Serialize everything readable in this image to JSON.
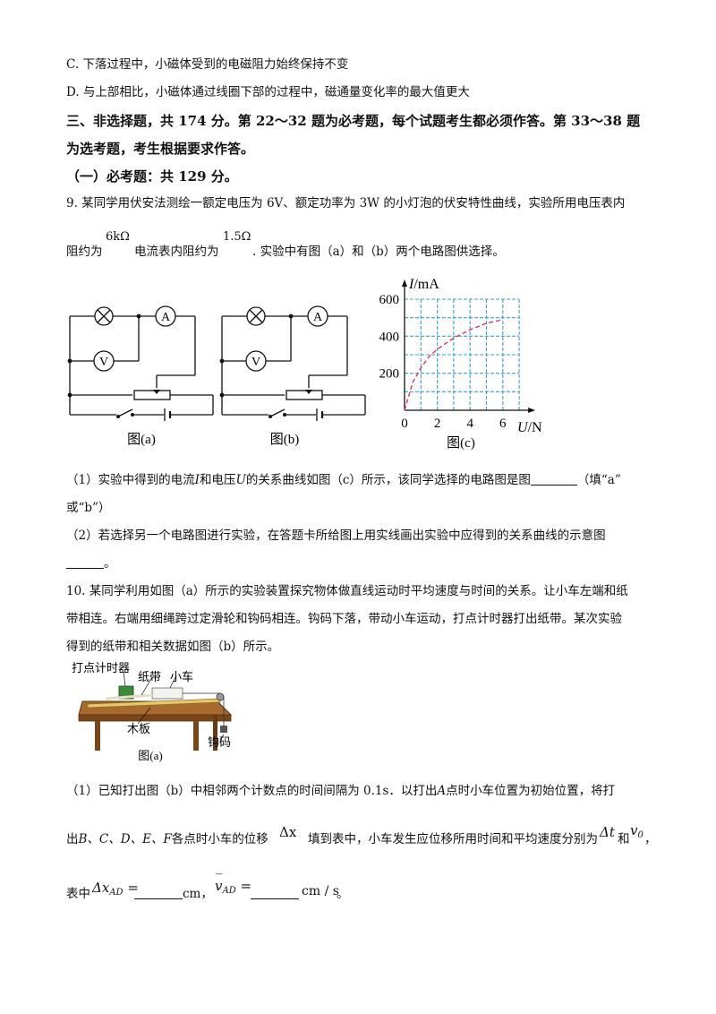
{
  "lines": {
    "optC": "C. 下落过程中，小磁体受到的电磁阻力始终保持不变",
    "optD": "D. 与上部相比，小磁体通过线圈下部的过程中，磁通量变化率的最大值更大",
    "sec3_1": "三、非选择题，共 174 分。第 22～32 题为必考题，每个试题考生都必须作答。第 33～38 题",
    "sec3_2": "为选考题，考生根据要求作答。",
    "sub1": "（一）必考题：共 129 分。",
    "q9_1": "9. 某同学用伏安法测绘一额定电压为 6V、额定功率为 3W 的小灯泡的伏安特性曲线，实验所用电压表内",
    "q9_2a": "阻约为",
    "q9_r1": "6kΩ",
    "q9_2b": "电流表内阻约为",
    "q9_r2": "1.5Ω",
    "q9_2c": ". 实验中有图（a）和（b）两个电路图供选择。",
    "q9_p1a": "（1）实验中得到的电流",
    "q9_p1I": "I",
    "q9_p1b": "和电压",
    "q9_p1U": "U",
    "q9_p1c": "的关系曲线如图（c）所示，该同学选择的电路图是图",
    "q9_p1d": "（填“a”",
    "q9_p1e": "或“b”）",
    "q9_p2": "（2）若选择另一个电路图进行实验，在答题卡所给图上用实线画出实验中应得到的关系曲线的示意图",
    "q9_p2end": "。",
    "q10_1": "10. 某同学利用如图（a）所示的实验装置探究物体做直线运动时平均速度与时间的关系。让小车左端和纸",
    "q10_2": "带相连。右端用细绳跨过定滑轮和钩码相连。钩码下落，带动小车运动，打点计时器打出纸带。某次实验",
    "q10_3": "得到的纸带和相关数据如图（b）所示。",
    "q10_p1a": "（1）已知打出图（b）中相邻两个计数点的时间间隔为 0.1s．以打出",
    "q10_p1A": "A",
    "q10_p1b": "点时小车位置为初始位置，将打",
    "q10_p2a": "出",
    "q10_p2pts": "B、C、D、E、F",
    "q10_p2b": "各点时小车的位移",
    "q10_dx": "Δx",
    "q10_p2c": "填到表中，小车发生应位移所用时间和平均速度分别为",
    "q10_dt": "Δt",
    "q10_and": "和",
    "q10_v0": "v",
    "q10_v0sub": "0",
    "q10_comma": "，",
    "q10_p3a": "表中",
    "q10_dxad": "Δx",
    "q10_ad": "AD",
    "q10_eq": "=",
    "q10_cm": "cm，",
    "q10_v": "v",
    "q10_vad": "AD",
    "q10_eq2": "=",
    "q10_cms": "cm / s",
    "q10_end": "。"
  },
  "figures": {
    "circuit_a_caption": "图(a)",
    "circuit_b_caption": "图(b)",
    "graph_c_caption": "图(c)",
    "ammeter": "A",
    "voltmeter": "V",
    "apparatus_timer": "打点计时器",
    "apparatus_tape": "纸带",
    "apparatus_cart": "小车",
    "apparatus_board": "木板",
    "apparatus_weight": "钩码",
    "apparatus_caption": "图(a)"
  },
  "chart_data": {
    "type": "line",
    "title": "",
    "xlabel": "U/N",
    "ylabel": "I/mA",
    "xlim": [
      0,
      7
    ],
    "ylim": [
      0,
      600
    ],
    "x_ticks": [
      0,
      2,
      4,
      6
    ],
    "y_ticks": [
      200,
      400,
      600
    ],
    "grid": true,
    "series": [
      {
        "style": "dashed",
        "color": "#d9365e",
        "x": [
          0,
          0.5,
          1,
          1.5,
          2,
          3,
          4,
          5,
          6
        ],
        "y": [
          0,
          150,
          230,
          290,
          330,
          390,
          435,
          470,
          490
        ]
      }
    ],
    "grid_color": "#3a9fd8"
  }
}
